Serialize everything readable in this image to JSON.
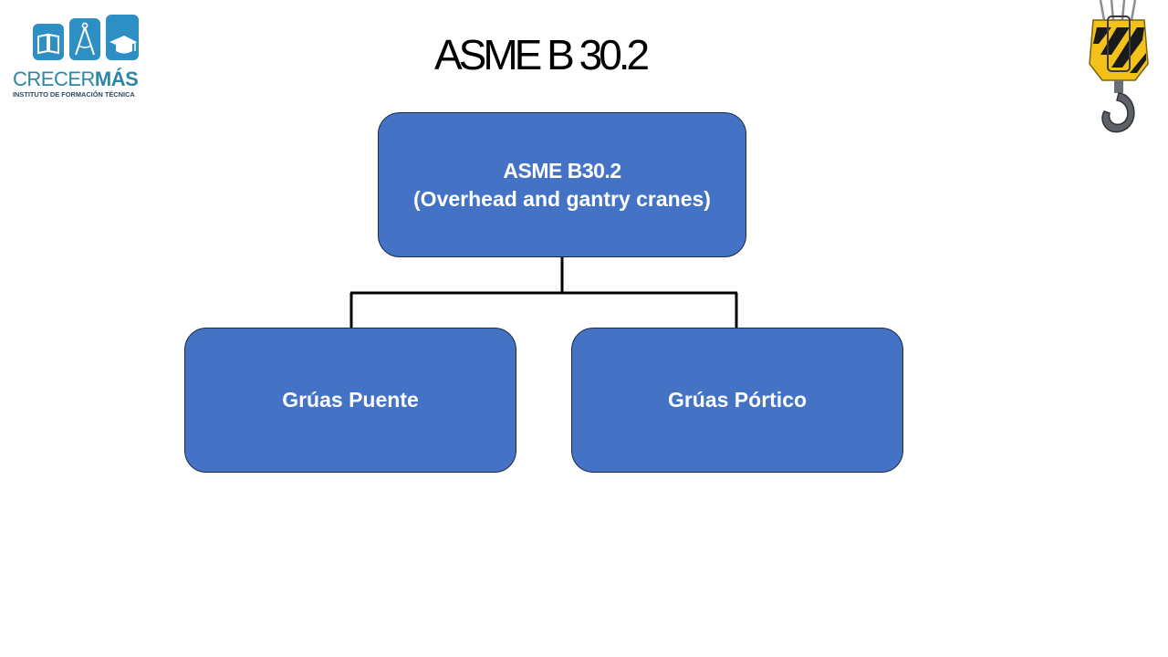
{
  "logo": {
    "brand_light": "CRECER",
    "brand_bold": "MÁS",
    "tagline": "INSTITUTO DE FORMACIÓN TÉCNICA",
    "tile_color": "#2d8fc4",
    "icons": [
      "book-icon",
      "compass-icon",
      "graduation-cap-icon"
    ]
  },
  "title": "ASME B 30.2",
  "diagram": {
    "root": {
      "line1": "ASME B30.2",
      "line2": "(Overhead and gantry cranes)"
    },
    "children": [
      {
        "label": "Grúas Puente"
      },
      {
        "label": "Grúas Pórtico"
      }
    ],
    "node_color": "#4472c4",
    "text_color": "#ffffff",
    "connector_color": "#000000"
  },
  "decoration": {
    "hook": "crane-hook-icon",
    "hook_colors": [
      "#f2c21b",
      "#1a1a1a",
      "#6b6f73"
    ]
  }
}
